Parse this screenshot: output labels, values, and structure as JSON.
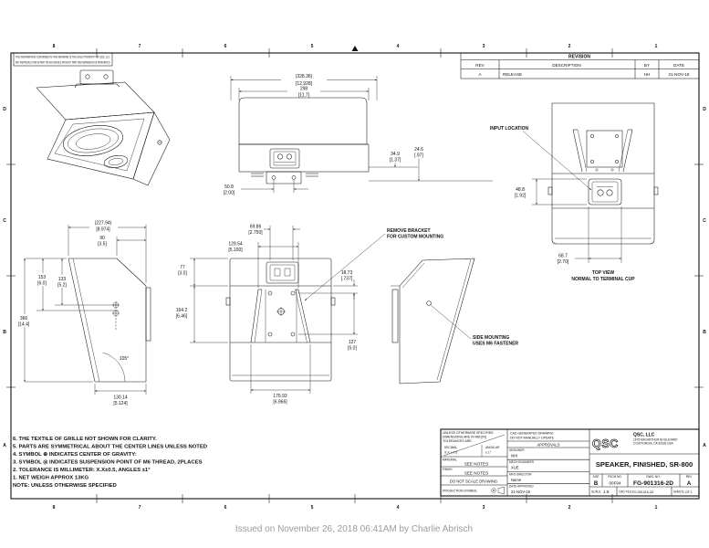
{
  "sheet": {
    "issued_caption": "Issued on November 26, 2018 06:41AM by Charlie Abrisch",
    "proprietary_line1": "THE INFORMATION CONTAINED IN THIS DRAWING IS THE SOLE PROPERTY OF QSC, LLC.",
    "proprietary_line2": "ANY REPRODUCTION IN PART OR AS A WHOLE WITHOUT WRITTEN PERMISSION IS PROHIBITED."
  },
  "border": {
    "cols": [
      "8",
      "7",
      "6",
      "5",
      "4",
      "3",
      "2",
      "1"
    ],
    "rows": [
      "D",
      "C",
      "B",
      "A"
    ]
  },
  "revision_table": {
    "title": "REVISION",
    "headers": {
      "rev": "REV",
      "description": "DESCRIPTION",
      "by": "BY",
      "date": "DATE"
    },
    "row": {
      "rev": "A",
      "description": "RELEASE",
      "by": "HH",
      "date": "21-NOV-18"
    }
  },
  "notes": {
    "lines": [
      "6. THE TEXTILE OF GRILLE NOT SHOWN FOR CLARITY.",
      "5. PARTS ARE SYMMETRICAL ABOUT THE CENTER LINES UNLESS NOTED",
      "4. SYMBOL ⊕ INDICATES CENTER OF GRAVITY:",
      "3. SYMBOL ◎ INDICATES SUSPENSION POINT OF M6 THREAD, 2PLACES",
      "2. TOLERANCE IS MILLIMETER: X.X±0.5, ANGLES ±1°",
      "1. NET WEIGH APPROX 13KG",
      "NOTE: UNLESS OTHERWISE SPECIFIED"
    ]
  },
  "views": {
    "front": {
      "dim_overall_mm": "(328.36)",
      "dim_overall_in": "[12.928]",
      "dim_grille_mm": "298",
      "dim_grille_in": "[11.7]",
      "dim_a_mm": "34.9",
      "dim_a_in": "[1.37]",
      "dim_b_mm": "24.6",
      "dim_b_in": "[.97]",
      "dim_c_mm": "50.8",
      "dim_c_in": "[2.00]"
    },
    "side_left": {
      "dim_depth_mm": "(227.94)",
      "dim_depth_in": "[8.974]",
      "dim_top_mm": "90",
      "dim_top_in": "[3.5]",
      "dim_h1_mm": "153",
      "dim_h1_in": "[6.0]",
      "dim_h2_mm": "133",
      "dim_h2_in": "[5.2]",
      "dim_height_mm": "366",
      "dim_height_in": "[14.4]",
      "angle": "105°",
      "dim_bottom_mm": "130.14",
      "dim_bottom_in": "[5.124]"
    },
    "rear": {
      "dim_cup_mm": "69.86",
      "dim_cup_in": "[2.750]",
      "dim_bracket_top_mm": "129.54",
      "dim_bracket_top_in": "[5.100]",
      "dim_l1_mm": "77",
      "dim_l1_in": "[3.0]",
      "dim_l2_mm": "164.2",
      "dim_l2_in": "[6.46]",
      "dim_r1_mm": "18.73",
      "dim_r1_in": "[.737]",
      "dim_r2_mm": "127",
      "dim_r2_in": "[5.0]",
      "dim_bracket_bottom_mm": "176.93",
      "dim_bracket_bottom_in": "[6.966]",
      "callout_line1": "REMOVE BRACKET",
      "callout_line2": "FOR CUSTOM MOUNTING"
    },
    "top": {
      "callout": "INPUT LOCATION",
      "dim_cup_h_mm": "48.8",
      "dim_cup_h_in": "[1.92]",
      "dim_cup_w_mm": "68.7",
      "dim_cup_w_in": "[2.70]",
      "caption_line1": "TOP VIEW",
      "caption_line2": "NORMAL TO TERMINAL CUP"
    },
    "side_right": {
      "callout_line1": "SIDE MOUNTING",
      "callout_line2": "USES M6 FASTENER"
    }
  },
  "title_block": {
    "tolerance": {
      "line1": "UNLESS OTHERWISE SPECIFIED",
      "line2": "DIMENSIONS ARE IN MM [IN]",
      "line3": "TOLERANCES ARE:",
      "decimal_label": "DECIMAL",
      "decimal_value": "X.X ± 0.5",
      "angular_label": "ANGULAR",
      "angular_value": "± 1°"
    },
    "material_label": "MATERIAL",
    "material_value": "SEE NOTES",
    "finish_label": "FINISH",
    "finish_value": "SEE NOTES",
    "do_not_scale": "DO NOT SCALE DRAWING",
    "projection_label": "PROJECTION SYMBOL",
    "cad_note_line1": "CAD GENERATED DRAWING",
    "cad_note_line2": "DO NOT MANUALLY UPDATE",
    "approvals_title": "APPROVALS",
    "approvals": [
      {
        "label": "DESIGNER",
        "value": "NHI"
      },
      {
        "label": "MECH ENGINEER",
        "value": "XUE"
      },
      {
        "label": "MFG DIRECTOR",
        "value": "Name"
      },
      {
        "label": "DATE APPROVED",
        "value": "21-NOV-18"
      }
    ],
    "logo_text": "QSC",
    "company_name": "QSC, LLC",
    "company_addr1": "1675 MACARTHUR BOULEVARD",
    "company_addr2": "COSTA MESA, CA 92626 USA",
    "title": "SPEAKER, FINISHED, SR-800",
    "size_label": "SIZE",
    "size_value": "B",
    "cage_label": "FSCM NO.",
    "cage_value": "00F94",
    "dwg_label": "DWG. NO.",
    "dwg_value": "FG-901316-2D",
    "rev_label": "REV",
    "rev_value": "A",
    "scale_label": "SCALE",
    "scale_value": "1:6",
    "cadfile_label": "CAD FILE:",
    "cadfile_value": "FG-901316-2D",
    "sheet_label": "SHEET",
    "sheet_value": "1 OF 1"
  }
}
